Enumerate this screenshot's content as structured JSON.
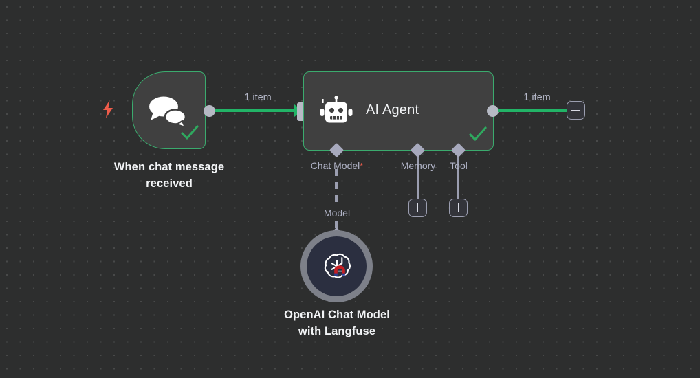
{
  "canvas": {
    "background_color": "#2d2e2e",
    "grid": "dot-grid",
    "accent_success": "#3bab6e",
    "connection_color": "#22b467",
    "port_color": "#b6b9c4",
    "sub_connector_color": "#9b9eb0",
    "required_marker_color": "#ef5c4a",
    "trigger_bolt_color": "#ef5c4a"
  },
  "nodes": {
    "trigger": {
      "label_line1": "When chat message",
      "label_line2": "received",
      "icon": "chat-bubbles-icon",
      "status": "success",
      "trigger_icon": "lightning-bolt-icon"
    },
    "agent": {
      "title": "AI Agent",
      "icon": "robot-icon",
      "status": "success",
      "sub_connectors": [
        {
          "name": "chat-model",
          "label": "Chat Model",
          "required": true,
          "required_marker": "*"
        },
        {
          "name": "memory",
          "label": "Memory",
          "required": false,
          "required_marker": ""
        },
        {
          "name": "tool",
          "label": "Tool",
          "required": false,
          "required_marker": ""
        }
      ]
    },
    "openai": {
      "label_line1": "OpenAI Chat Model",
      "label_line2": "with Langfuse",
      "icon": "openai-logo-icon",
      "overlay_icon": "magnet-icon",
      "connector_label": "Model"
    }
  },
  "connections": {
    "trigger_to_agent": {
      "label": "1 item"
    },
    "agent_to_next": {
      "label": "1 item"
    }
  },
  "buttons": {
    "add_main": "+",
    "add_memory": "+",
    "add_tool": "+"
  }
}
